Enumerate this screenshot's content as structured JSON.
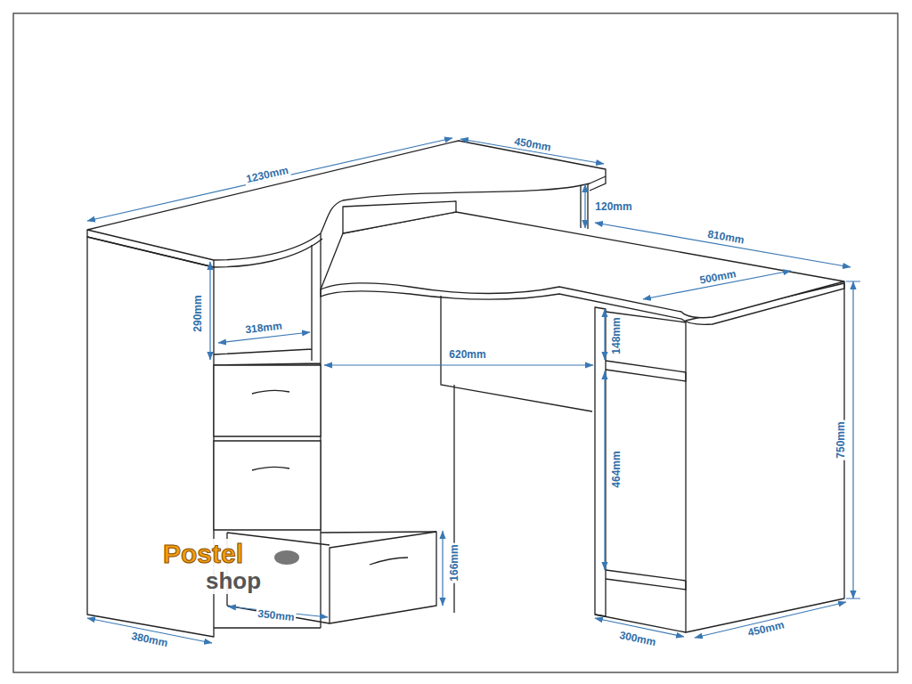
{
  "diagram": {
    "labels": [
      "1230mm",
      "450mm",
      "120mm",
      "810mm",
      "500mm",
      "290mm",
      "318mm",
      "620mm",
      "148mm",
      "464mm",
      "750mm",
      "166mm",
      "350mm",
      "380mm",
      "300mm",
      "450mm",
      "Postel",
      "shop"
    ]
  }
}
